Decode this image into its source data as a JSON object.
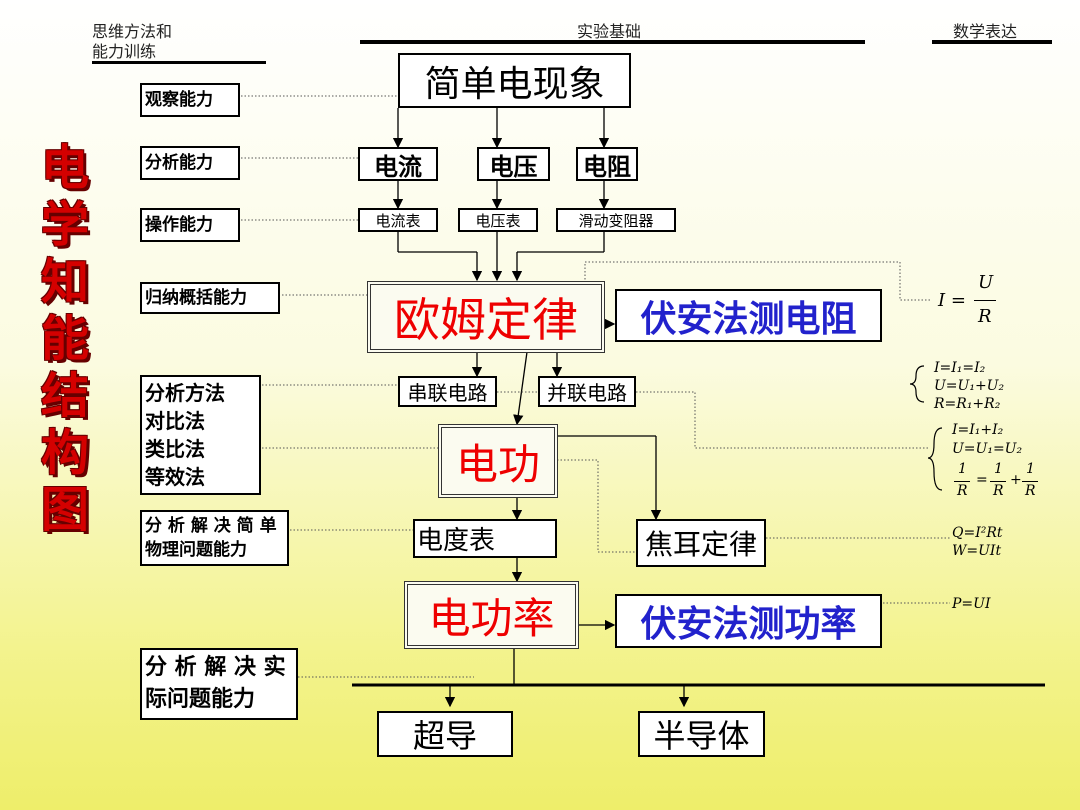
{
  "header": {
    "left_line1": "思维方法和",
    "left_line2": "能力训练",
    "center": "实验基础",
    "right": "数学表达"
  },
  "title_chars": [
    "电",
    "学",
    "知",
    "能",
    "结",
    "构",
    "图"
  ],
  "abilities": {
    "observe": "观察能力",
    "analyze": "分析能力",
    "operate": "操作能力",
    "summarize": "归纳概括能力",
    "methods": [
      "分析方法",
      "对比法",
      "类比法",
      "等效法"
    ],
    "simple_problems": [
      "分 析 解 决 简 单",
      "物理问题能力"
    ],
    "practical_problems": [
      "分 析 解 决 实",
      "际问题能力"
    ]
  },
  "nodes": {
    "simple_phenomena": "简单电现象",
    "current": "电流",
    "voltage": "电压",
    "resistance": "电阻",
    "ammeter": "电流表",
    "voltmeter": "电压表",
    "rheostat": "滑动变阻器",
    "ohms_law": "欧姆定律",
    "va_resistance": "伏安法测电阻",
    "series": "串联电路",
    "parallel": "并联电路",
    "electric_work": "电功",
    "energy_meter": "电度表",
    "joule_law": "焦耳定律",
    "electric_power": "电功率",
    "va_power": "伏安法测功率",
    "superconductor": "超导",
    "semiconductor": "半导体"
  },
  "formulas": {
    "ohm": {
      "lhs": "I =",
      "num": "U",
      "den": "R"
    },
    "series": [
      "I=I₁=I₂",
      "U=U₁+U₂",
      "R=R₁+R₂"
    ],
    "parallel": [
      "I=I₁+I₂",
      "U=U₁=U₂"
    ],
    "parallel_r": {
      "n1": "1",
      "d1": "R",
      "eq": "=",
      "n2": "1",
      "d2": "R",
      "plus": "+",
      "n3": "1",
      "d3": "R"
    },
    "joule": [
      "Q=I²Rt",
      "W=UIt"
    ],
    "power": "P=UI"
  },
  "colors": {
    "title_red": "#d40000",
    "node_red": "#ee0000",
    "node_blue": "#2222cc"
  }
}
